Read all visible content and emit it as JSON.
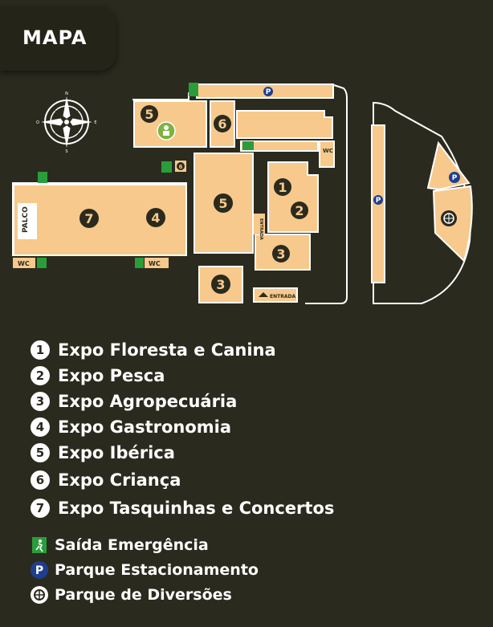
{
  "title": "MAPA",
  "colors": {
    "background": "#2b2a1e",
    "building": "#f7c98c",
    "outline": "#ffffff",
    "parking": "#1e3f8f",
    "exit": "#2a9d3b",
    "playground": "#7cb342"
  },
  "map": {
    "stage_label": "PALCO",
    "wc_label": "WC",
    "entrance_label": "ENTRADA",
    "compass": {
      "n": "N",
      "s": "S",
      "e": "E",
      "w": "O"
    },
    "areas": [
      {
        "num": "1"
      },
      {
        "num": "2"
      },
      {
        "num": "3"
      },
      {
        "num": "3"
      },
      {
        "num": "4"
      },
      {
        "num": "5"
      },
      {
        "num": "5"
      },
      {
        "num": "6"
      },
      {
        "num": "7"
      },
      {
        "num": "6"
      }
    ],
    "parking_letter": "P"
  },
  "legend": [
    {
      "num": "1",
      "label": "Expo Floresta e Canina"
    },
    {
      "num": "2",
      "label": "Expo Pesca"
    },
    {
      "num": "3",
      "label": "Expo Agropecuária"
    },
    {
      "num": "4",
      "label": "Expo Gastronomia"
    },
    {
      "num": "5",
      "label": "Expo Ibérica"
    },
    {
      "num": "6",
      "label": "Expo Criança"
    },
    {
      "num": "7",
      "label": "Expo Tasquinhas e Concertos"
    }
  ],
  "services": [
    {
      "icon": "emergency-exit-icon",
      "label": "Saída Emergência"
    },
    {
      "icon": "parking-icon",
      "label": "Parque Estacionamento"
    },
    {
      "icon": "playground-icon",
      "label": "Parque de Diversões"
    }
  ]
}
